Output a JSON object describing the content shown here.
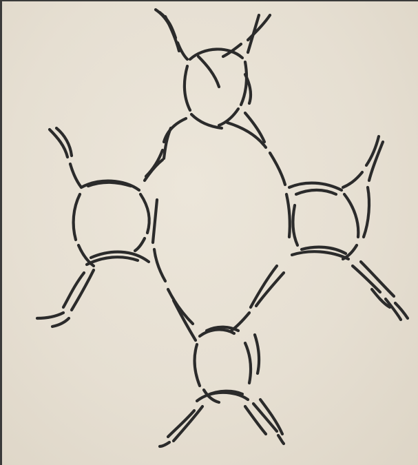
{
  "figure": {
    "kind": "hand-drawn knot diagram",
    "ink_color": "#2b2b2b",
    "paper_color": "#e8e2d6",
    "frame_color": "#3a3a3a",
    "loops": [
      "top-loop",
      "left-loop",
      "right-loop",
      "bottom-loop",
      "center-ring"
    ]
  }
}
